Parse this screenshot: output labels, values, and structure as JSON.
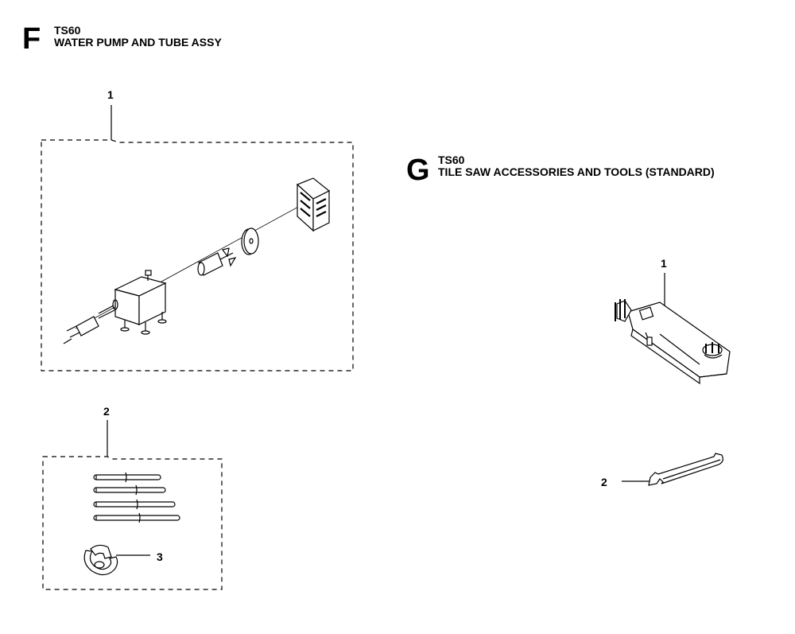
{
  "section_f": {
    "letter": "F",
    "model": "TS60",
    "title": "WATER PUMP AND TUBE ASSY",
    "callouts": [
      "1",
      "2",
      "3"
    ]
  },
  "section_g": {
    "letter": "G",
    "model": "TS60",
    "title": "TILE SAW ACCESSORIES AND TOOLS (STANDARD)",
    "callouts": [
      "1",
      "2"
    ]
  }
}
